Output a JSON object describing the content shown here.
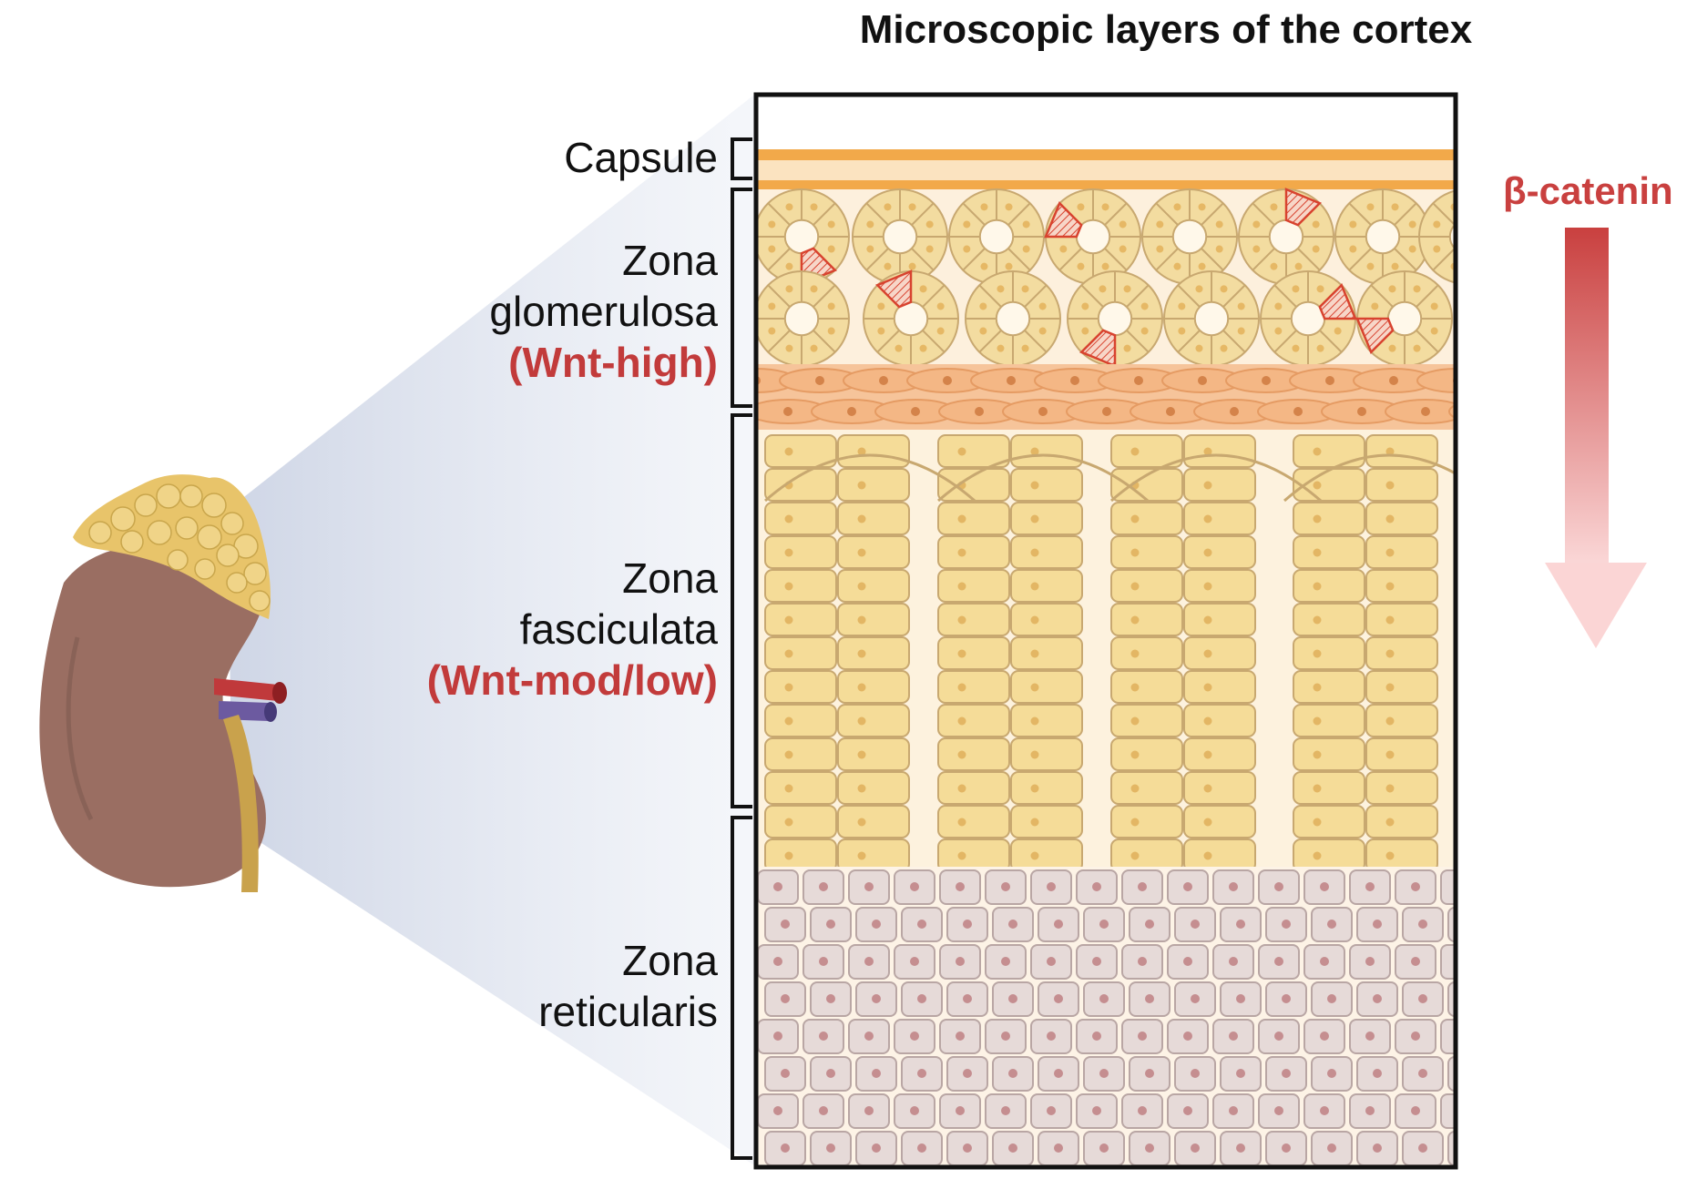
{
  "title": "Microscopic layers of the cortex",
  "zones": {
    "capsule": "Capsule",
    "glomerulosa": {
      "line1": "Zona",
      "line2": "glomerulosa",
      "tag": "(Wnt-high)"
    },
    "fasciculata": {
      "line1": "Zona",
      "line2": "fasciculata",
      "tag": "(Wnt-mod/low)"
    },
    "reticularis": {
      "line1": "Zona",
      "line2": "reticularis"
    }
  },
  "gradient": {
    "label": "β-catenin"
  },
  "colors": {
    "accent_red": "#c23b3b",
    "capsule_orange": "#f2a94a",
    "glomerulosa_cell": "#f3dca0",
    "fasciculata_cell": "#f5dc98",
    "reticularis_cell": "#e6dad8",
    "kidney": "#9a6e62",
    "adrenal": "#e8c46a"
  },
  "icons": [
    "kidney-icon",
    "adrenal-gland-icon",
    "blood-vessel-icon",
    "ureter-icon",
    "down-arrow-icon"
  ]
}
